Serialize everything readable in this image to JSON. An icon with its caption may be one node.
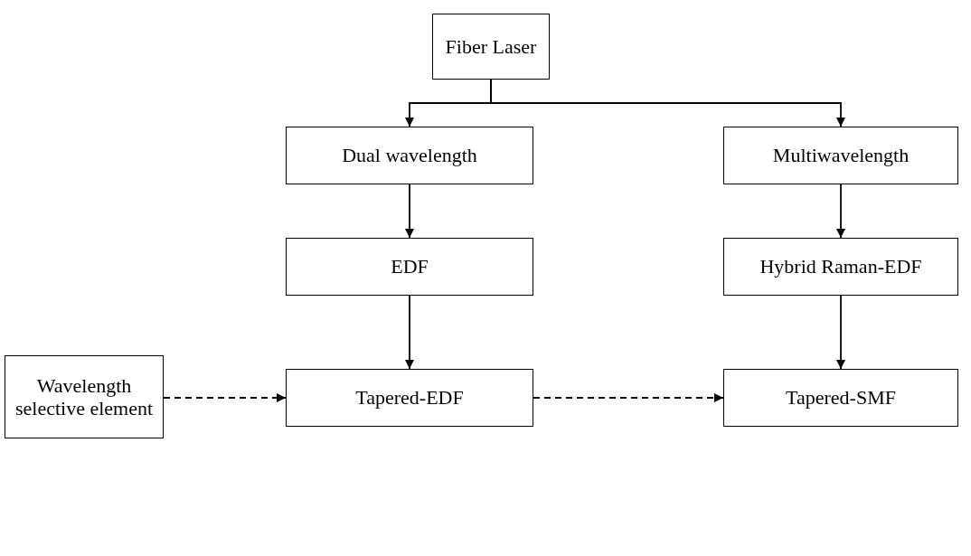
{
  "diagram": {
    "nodes": [
      {
        "text": [
          "Fiber Laser"
        ]
      },
      {
        "text": [
          "Dual wavelength"
        ]
      },
      {
        "text": [
          "Multiwavelength"
        ]
      },
      {
        "text": [
          "EDF"
        ]
      },
      {
        "text": [
          "Hybrid Raman-EDF"
        ]
      },
      {
        "text": [
          "Wavelength selective element"
        ]
      },
      {
        "text": [
          "Tapered-EDF"
        ]
      },
      {
        "text": [
          "Tapered-SMF"
        ]
      }
    ],
    "edges": [
      {
        "from": 0,
        "to": 1,
        "arrow": "to"
      },
      {
        "from": 0,
        "to": 2,
        "arrow": "to"
      },
      {
        "from": 1,
        "to": 3,
        "arrow": "to"
      },
      {
        "from": 2,
        "to": 4,
        "arrow": "to"
      },
      {
        "from": 3,
        "to": 6,
        "arrow": "to"
      },
      {
        "from": 4,
        "to": 7,
        "arrow": "to"
      },
      {
        "from": 5,
        "to": 6,
        "arrow": "to",
        "style": "dashed"
      },
      {
        "from": 6,
        "to": 7,
        "arrow": "to",
        "style": "dashed"
      }
    ]
  }
}
